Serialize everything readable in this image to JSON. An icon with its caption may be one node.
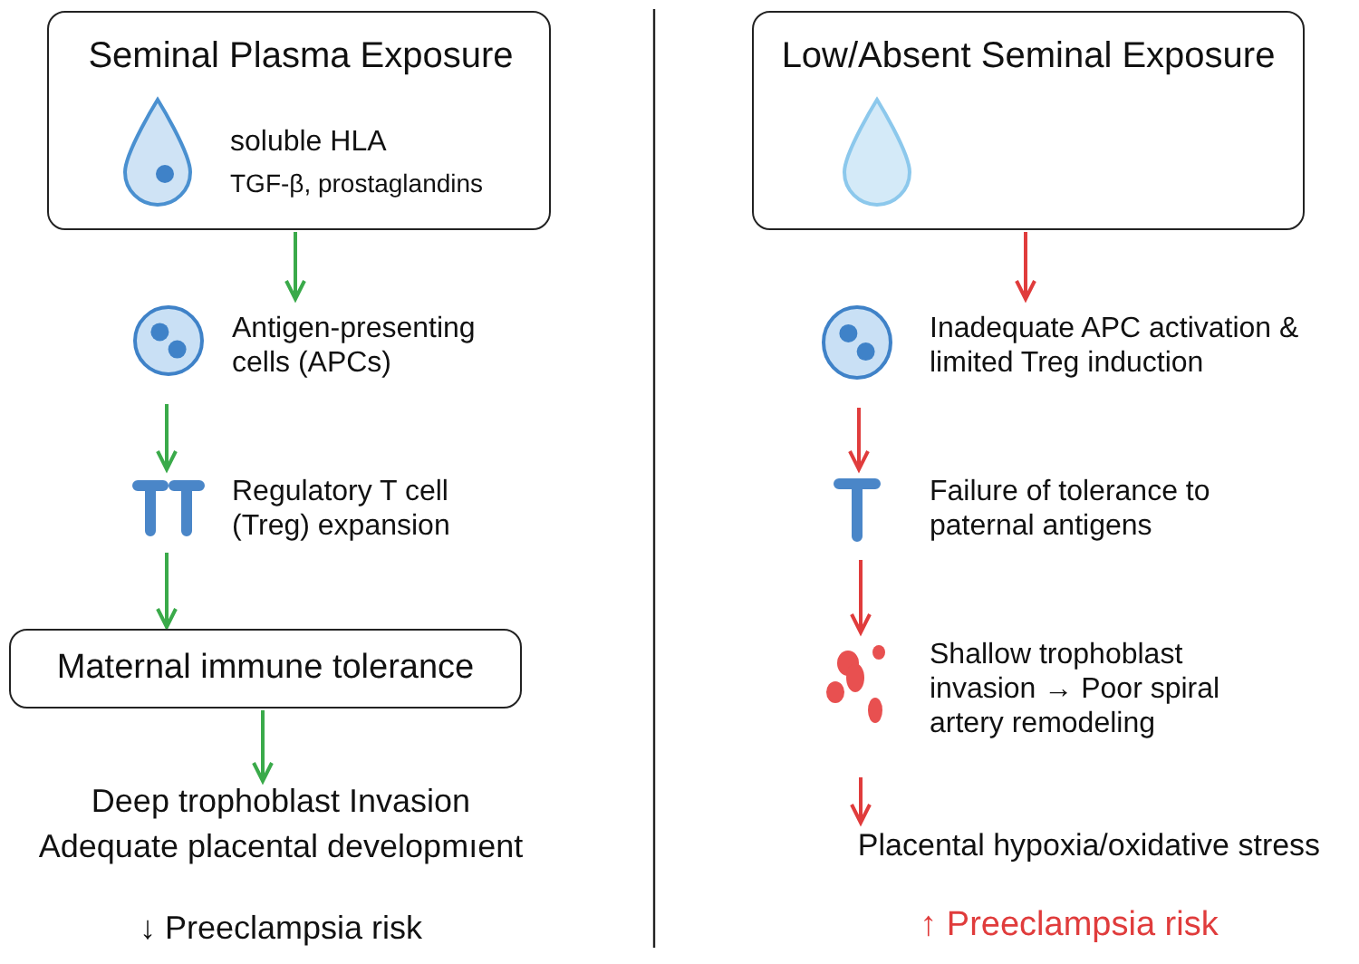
{
  "diagram": {
    "nodes": [
      {
        "text": [
          "Seminal Plasma Exposure",
          "soluble HLA",
          "TGF-β, prostaglandins"
        ]
      },
      {
        "text": [
          "Antigen-presenting cells (APCs)"
        ]
      },
      {
        "text": [
          "Regulatory T cell (Treg) expansion"
        ]
      },
      {
        "text": [
          "Maternal immune tolerance"
        ]
      },
      {
        "text": [
          "Deep trophoblast Invasion",
          "Adequate placental developmıent"
        ]
      },
      {
        "text": [
          "Low/Absent Seminal Exposure"
        ]
      },
      {
        "text": [
          "Inadequate APC activation & limited Treg induction"
        ]
      },
      {
        "text": [
          "Failure of tolerance to paternal antigens"
        ]
      },
      {
        "text": [
          "Shallow trophoblast invasion → Poor spiral artery remodeling"
        ]
      },
      {
        "text": [
          "Placental hypoxia/oxidative stress"
        ]
      }
    ],
    "edges": [
      {
        "from": 0,
        "to": 1,
        "arrow": "to",
        "color": "#3aaa4a"
      },
      {
        "from": 1,
        "to": 2,
        "arrow": "to",
        "color": "#3aaa4a"
      },
      {
        "from": 2,
        "to": 3,
        "arrow": "to",
        "color": "#3aaa4a"
      },
      {
        "from": 3,
        "to": 4,
        "arrow": "to",
        "color": "#3aaa4a"
      },
      {
        "from": 5,
        "to": 6,
        "arrow": "to",
        "color": "#e03c3c"
      },
      {
        "from": 6,
        "to": 7,
        "arrow": "to",
        "color": "#e03c3c"
      },
      {
        "from": 7,
        "to": 8,
        "arrow": "to",
        "color": "#e03c3c"
      },
      {
        "from": 8,
        "to": 9,
        "arrow": "to",
        "color": "#e03c3c"
      }
    ],
    "labels": [
      "↓ Preeclampsia risk",
      "↑ Preeclampsia risk"
    ]
  }
}
